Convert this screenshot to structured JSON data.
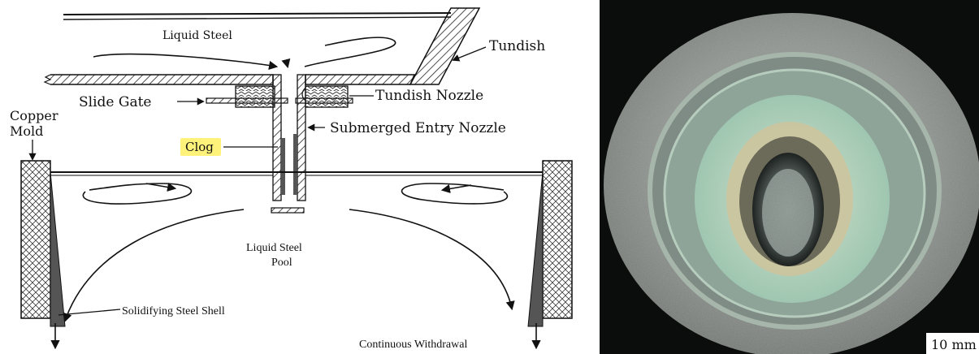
{
  "diagram": {
    "labels": {
      "liquid_steel": "Liquid Steel",
      "tundish": "Tundish",
      "slide_gate": "Slide Gate",
      "tundish_nozzle": "Tundish Nozzle",
      "copper_mold_line1": "Copper",
      "copper_mold_line2": "Mold",
      "submerged_entry_nozzle": "Submerged Entry Nozzle",
      "clog": "Clog",
      "pool_line1": "Liquid Steel",
      "pool_line2": "Pool",
      "solidifying_shell": "Solidifying Steel Shell",
      "continuous_withdrawal": "Continuous Withdrawal"
    },
    "clog_highlight_color": "#fff27a"
  },
  "photo": {
    "scale_bar": "10 mm"
  }
}
